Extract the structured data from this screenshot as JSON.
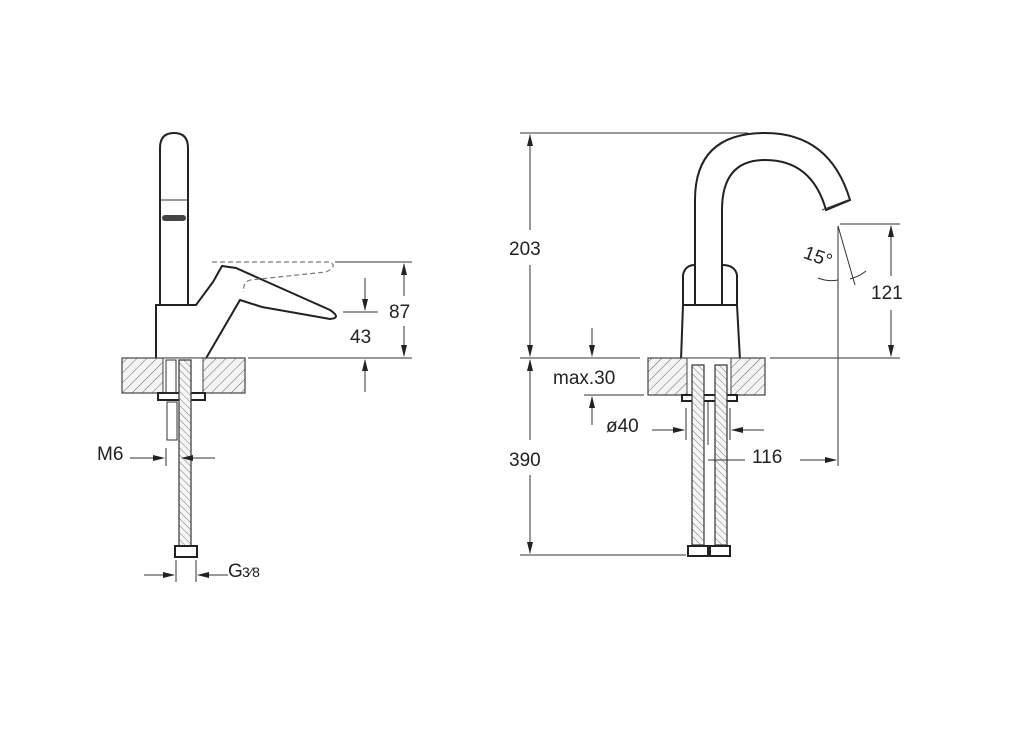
{
  "side_view": {
    "dims": {
      "lever_height": "87",
      "lever_low": "43",
      "stud": "M6",
      "connection_main": "G",
      "connection_fraction": "3⁄8"
    }
  },
  "front_view": {
    "dims": {
      "total_height": "203",
      "hose_length": "390",
      "spout_height": "121",
      "spout_angle": "15°",
      "max_thickness": "max.30",
      "hole_diameter": "ø40",
      "spout_reach": "116"
    }
  }
}
